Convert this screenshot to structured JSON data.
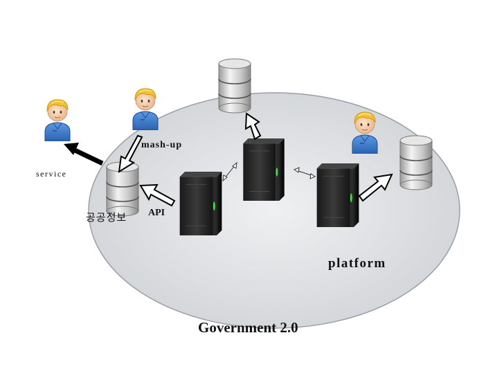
{
  "labels": {
    "mashup": "mash-up",
    "service": "service",
    "api": "API",
    "public_info": "공공정보",
    "platform": "platform",
    "title": "Government 2.0"
  },
  "icons": {
    "user": "user-icon",
    "database": "database-icon",
    "server": "server-icon"
  },
  "colors": {
    "platform_fill": "#d8dadd",
    "platform_stroke": "#9a9ea4",
    "user_hair": "#f2c230",
    "user_shirt": "#3f7fd0",
    "server_led": "#44dd44",
    "service_arrow": "#000000"
  }
}
